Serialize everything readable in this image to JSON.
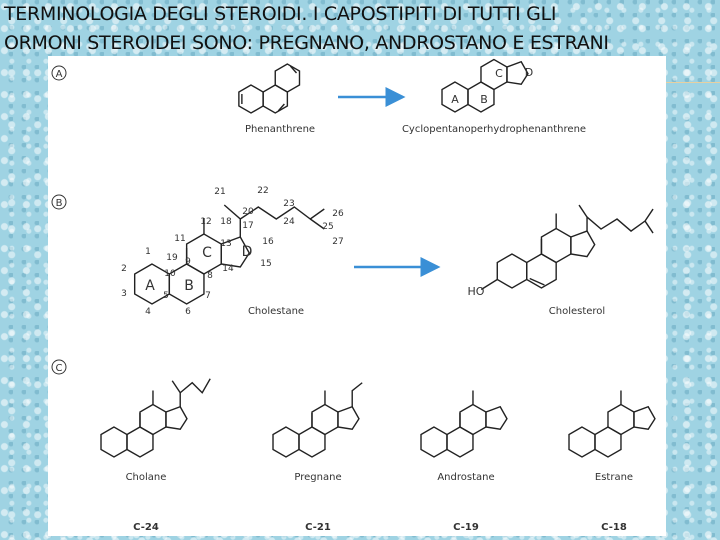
{
  "slide": {
    "title_line1": "TERMINOLOGIA DEGLI STEROIDI. I CAPOSTIPITI DI TUTTI GLI",
    "title_line2": "ORMONI STEROIDEI SONO: PREGNANO, ANDROSTANO E ESTRANI"
  },
  "diagram": {
    "panel_labels": [
      "A",
      "B",
      "C"
    ],
    "section_a": {
      "left_name": "Phenanthrene",
      "right_name": "Cyclopentanoperhydrophenanthrene",
      "ring_letters": [
        "A",
        "B",
        "C",
        "D"
      ]
    },
    "section_b": {
      "left_name": "Cholestane",
      "right_name": "Cholesterol",
      "ring_letters": [
        "A",
        "B",
        "C",
        "D"
      ],
      "hydroxyl": "HO",
      "carbon_numbers": [
        "1",
        "2",
        "3",
        "4",
        "5",
        "6",
        "7",
        "8",
        "9",
        "10",
        "11",
        "12",
        "13",
        "14",
        "15",
        "16",
        "17",
        "18",
        "19",
        "20",
        "21",
        "22",
        "23",
        "24",
        "25",
        "26",
        "27"
      ]
    },
    "section_c": {
      "names": [
        "Cholane",
        "Pregnane",
        "Androstane",
        "Estrane"
      ],
      "carbons": [
        "C-24",
        "C-21",
        "C-19",
        "C-18"
      ]
    },
    "colors": {
      "arrow": "#3a8fd6",
      "line": "#222222"
    }
  }
}
